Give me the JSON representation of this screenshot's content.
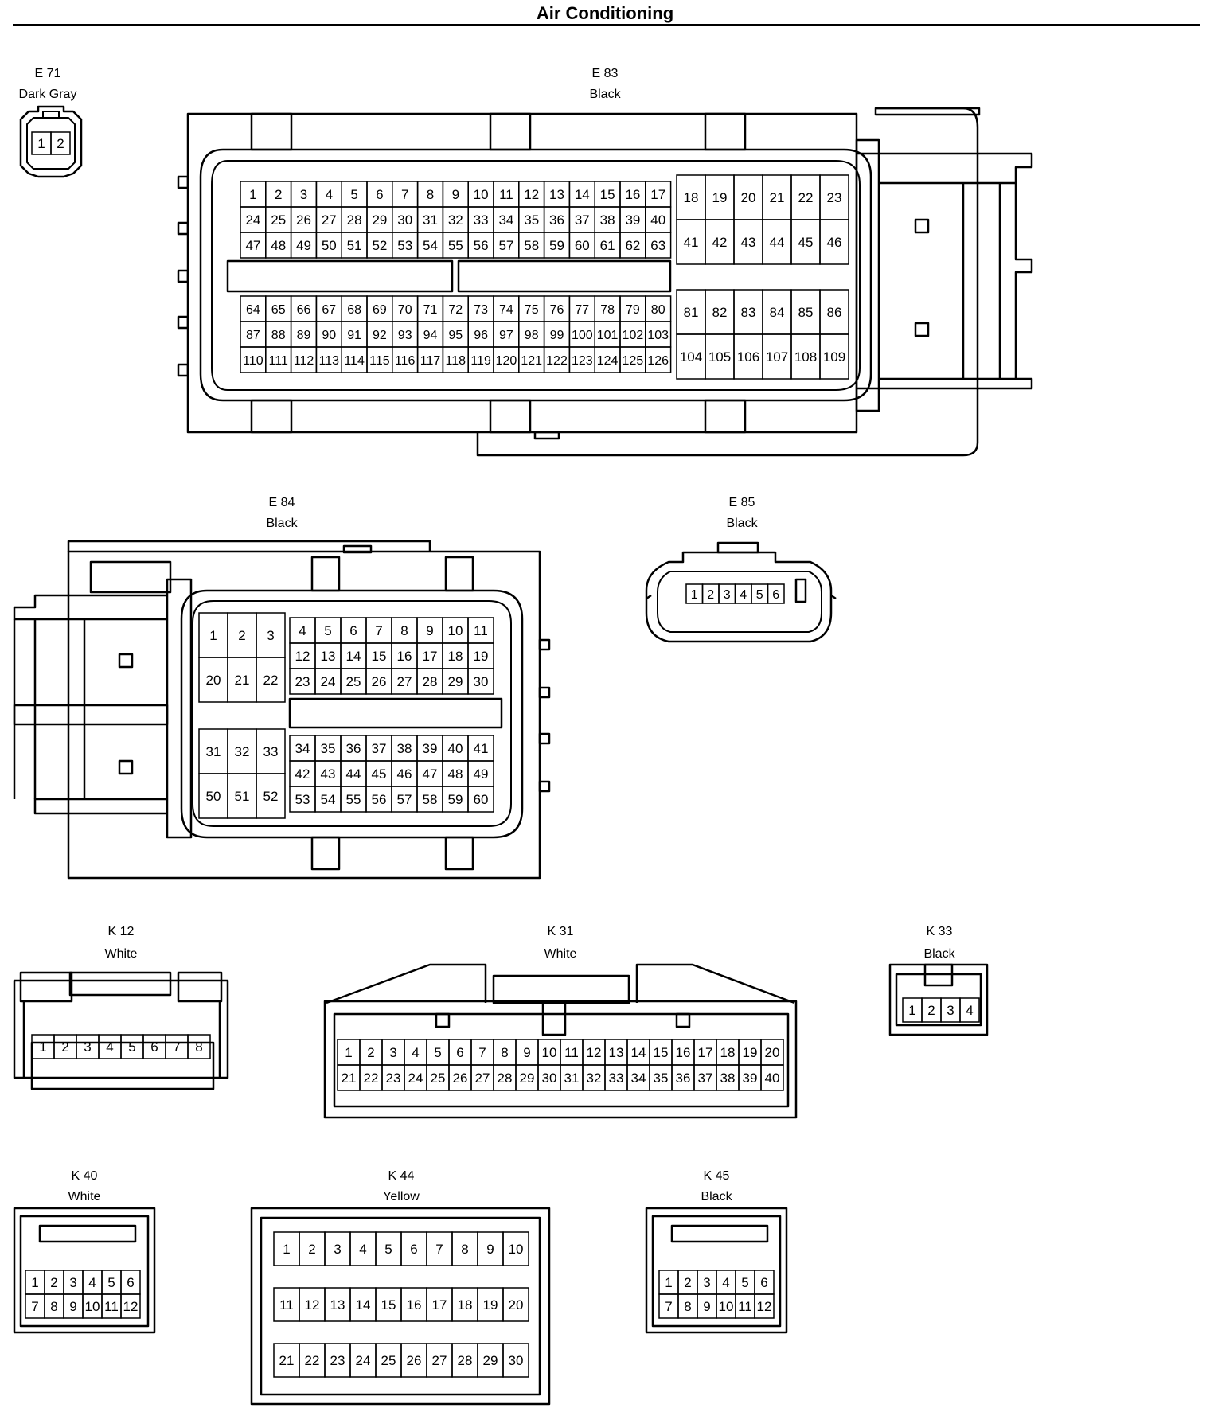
{
  "title": "Air Conditioning",
  "connectors": [
    {
      "id": "E 71",
      "color": "Dark Gray",
      "pins": [
        "1",
        "2"
      ]
    },
    {
      "id": "E 83",
      "color": "Black",
      "left_block": [
        [
          "1",
          "2",
          "3",
          "4",
          "5",
          "6",
          "7",
          "8",
          "9",
          "10",
          "11",
          "12",
          "13",
          "14",
          "15",
          "16",
          "17"
        ],
        [
          "24",
          "25",
          "26",
          "27",
          "28",
          "29",
          "30",
          "31",
          "32",
          "33",
          "34",
          "35",
          "36",
          "37",
          "38",
          "39",
          "40"
        ],
        [
          "47",
          "48",
          "49",
          "50",
          "51",
          "52",
          "53",
          "54",
          "55",
          "56",
          "57",
          "58",
          "59",
          "60",
          "61",
          "62",
          "63"
        ],
        [
          "64",
          "65",
          "66",
          "67",
          "68",
          "69",
          "70",
          "71",
          "72",
          "73",
          "74",
          "75",
          "76",
          "77",
          "78",
          "79",
          "80"
        ],
        [
          "87",
          "88",
          "89",
          "90",
          "91",
          "92",
          "93",
          "94",
          "95",
          "96",
          "97",
          "98",
          "99",
          "100",
          "101",
          "102",
          "103"
        ],
        [
          "110",
          "111",
          "112",
          "113",
          "114",
          "115",
          "116",
          "117",
          "118",
          "119",
          "120",
          "121",
          "122",
          "123",
          "124",
          "125",
          "126"
        ]
      ],
      "right_block": [
        [
          "18",
          "19",
          "20",
          "21",
          "22",
          "23"
        ],
        [
          "41",
          "42",
          "43",
          "44",
          "45",
          "46"
        ],
        [
          "81",
          "82",
          "83",
          "84",
          "85",
          "86"
        ],
        [
          "104",
          "105",
          "106",
          "107",
          "108",
          "109"
        ]
      ]
    },
    {
      "id": "E 84",
      "color": "Black",
      "small_top": [
        [
          "1",
          "2",
          "3"
        ],
        [
          "20",
          "21",
          "22"
        ]
      ],
      "small_bottom": [
        [
          "31",
          "32",
          "33"
        ],
        [
          "50",
          "51",
          "52"
        ]
      ],
      "grid_top": [
        [
          "4",
          "5",
          "6",
          "7",
          "8",
          "9",
          "10",
          "11"
        ],
        [
          "12",
          "13",
          "14",
          "15",
          "16",
          "17",
          "18",
          "19"
        ],
        [
          "23",
          "24",
          "25",
          "26",
          "27",
          "28",
          "29",
          "30"
        ]
      ],
      "grid_bottom": [
        [
          "34",
          "35",
          "36",
          "37",
          "38",
          "39",
          "40",
          "41"
        ],
        [
          "42",
          "43",
          "44",
          "45",
          "46",
          "47",
          "48",
          "49"
        ],
        [
          "53",
          "54",
          "55",
          "56",
          "57",
          "58",
          "59",
          "60"
        ]
      ]
    },
    {
      "id": "E 85",
      "color": "Black",
      "pins": [
        "1",
        "2",
        "3",
        "4",
        "5",
        "6"
      ]
    },
    {
      "id": "K 12",
      "color": "White",
      "pins": [
        "1",
        "2",
        "3",
        "4",
        "5",
        "6",
        "7",
        "8"
      ]
    },
    {
      "id": "K 31",
      "color": "White",
      "rows": [
        [
          "1",
          "2",
          "3",
          "4",
          "5",
          "6",
          "7",
          "8",
          "9",
          "10",
          "11",
          "12",
          "13",
          "14",
          "15",
          "16",
          "17",
          "18",
          "19",
          "20"
        ],
        [
          "21",
          "22",
          "23",
          "24",
          "25",
          "26",
          "27",
          "28",
          "29",
          "30",
          "31",
          "32",
          "33",
          "34",
          "35",
          "36",
          "37",
          "38",
          "39",
          "40"
        ]
      ]
    },
    {
      "id": "K 33",
      "color": "Black",
      "pins": [
        "1",
        "2",
        "3",
        "4"
      ]
    },
    {
      "id": "K 40",
      "color": "White",
      "rows": [
        [
          "1",
          "2",
          "3",
          "4",
          "5",
          "6"
        ],
        [
          "7",
          "8",
          "9",
          "10",
          "11",
          "12"
        ]
      ]
    },
    {
      "id": "K 44",
      "color": "Yellow",
      "rows": [
        [
          "1",
          "2",
          "3",
          "4",
          "5",
          "6",
          "7",
          "8",
          "9",
          "10"
        ],
        [
          "11",
          "12",
          "13",
          "14",
          "15",
          "16",
          "17",
          "18",
          "19",
          "20"
        ],
        [
          "21",
          "22",
          "23",
          "24",
          "25",
          "26",
          "27",
          "28",
          "29",
          "30"
        ]
      ]
    },
    {
      "id": "K 45",
      "color": "Black",
      "rows": [
        [
          "1",
          "2",
          "3",
          "4",
          "5",
          "6"
        ],
        [
          "7",
          "8",
          "9",
          "10",
          "11",
          "12"
        ]
      ]
    }
  ]
}
